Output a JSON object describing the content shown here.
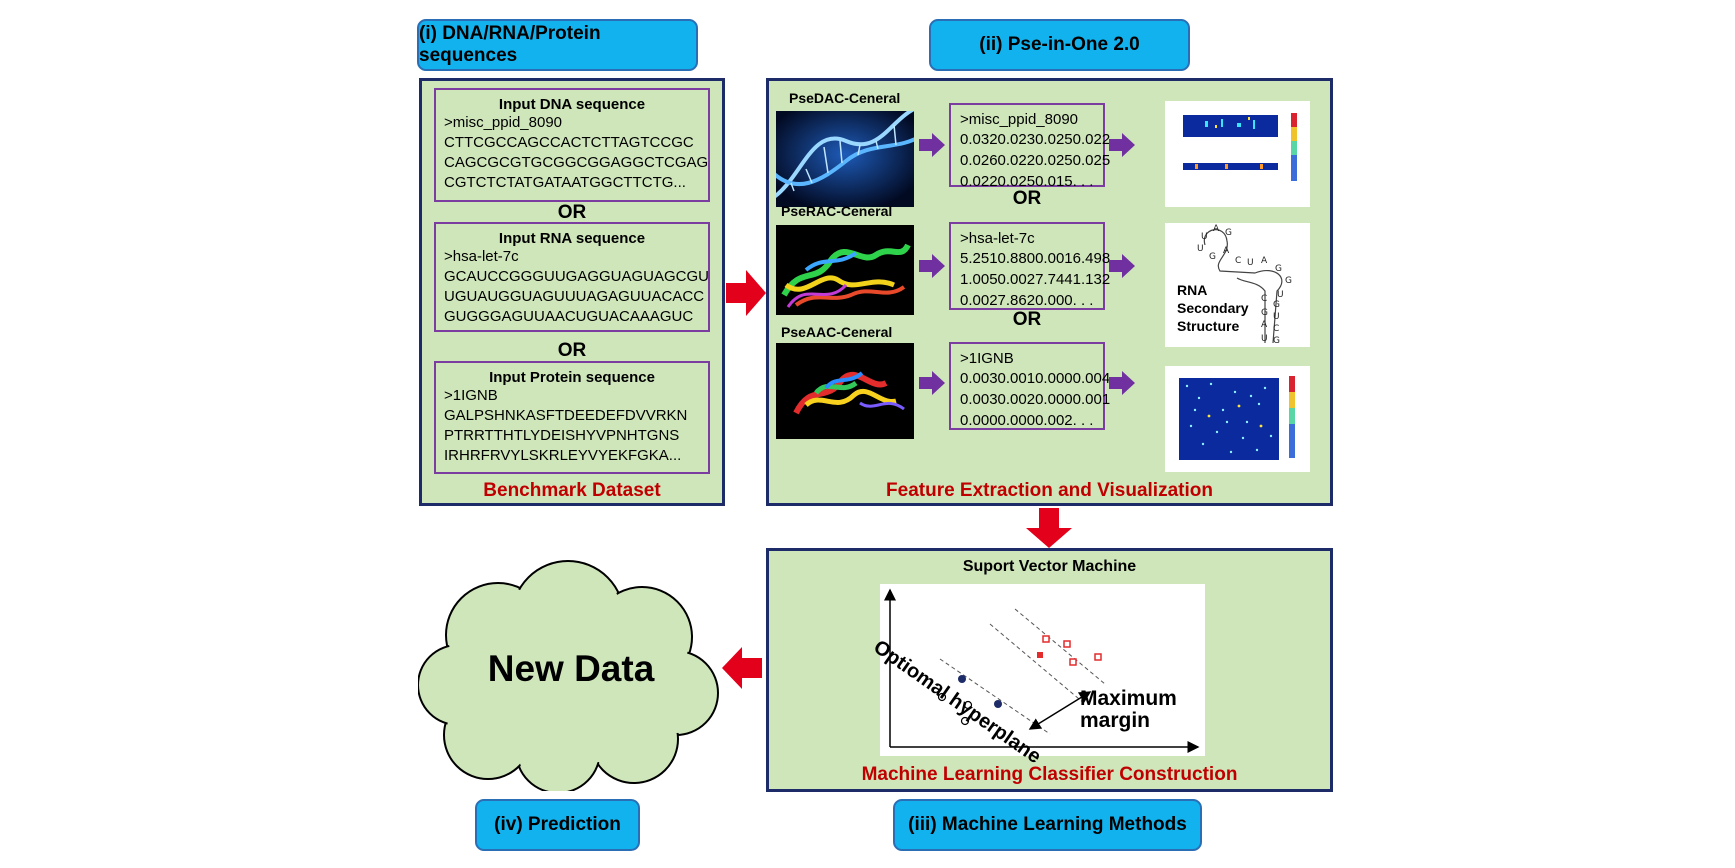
{
  "headers": {
    "sequences": "(i) DNA/RNA/Protein  sequences",
    "pse": "(ii) Pse-in-One 2.0",
    "ml": "(iii) Machine Learning Methods",
    "prediction": "(iv) Prediction"
  },
  "benchmark": {
    "dna": {
      "title": "Input DNA sequence",
      "lines": [
        ">misc_ppid_8090",
        "CTTCGCCAGCCACTCTTAGTCCGC",
        "CAGCGCGTGCGGCGGAGGCTCGAG",
        "CGTCTCTATGATAATGGCTTCTG..."
      ]
    },
    "rna": {
      "title": "Input RNA sequence",
      "lines": [
        ">hsa-let-7c",
        "GCAUCCGGGUUGAGGUAGUAGCGU",
        "UGUAUGGUAGUUUAGAGUUACACC",
        "GUGGGAGUUAACUGUACAAAGUC"
      ]
    },
    "protein": {
      "title": "Input Protein sequence",
      "lines": [
        ">1IGNB",
        " GALPSHNKASFTDEEDEFDVVRKN",
        " PTRRTTHTLYDEISHYVPNHTGNS",
        " IRHRFRVYLSKRLEYVYEKFGKA..."
      ]
    },
    "or_label": "OR",
    "footer": "Benchmark Dataset"
  },
  "features": {
    "methods": [
      {
        "name": "PseDAC-Ceneral",
        "id": ">misc_ppid_8090",
        "rows": [
          [
            "0.032",
            "0.023",
            "0.025",
            "0.022"
          ],
          [
            "0.026",
            "0.022",
            "0.025",
            "0.025"
          ],
          [
            "0.022",
            "0.025",
            "0.015",
            ". . ."
          ]
        ]
      },
      {
        "name": "PseRAC-Ceneral",
        "id": ">hsa-let-7c",
        "rows": [
          [
            "5.251",
            "0.880",
            "0.001",
            "6.498"
          ],
          [
            "1.005",
            "0.002",
            "7.744",
            "1.132"
          ],
          [
            "0.002",
            "7.862",
            "0.000",
            ". . ."
          ]
        ]
      },
      {
        "name": "PseAAC-Ceneral",
        "id": ">1IGNB",
        "rows": [
          [
            "0.003",
            "0.001",
            "0.000",
            "0.004"
          ],
          [
            "0.003",
            "0.002",
            "0.000",
            "0.001"
          ],
          [
            "0.000",
            "0.000",
            "0.002",
            ". . ."
          ]
        ]
      }
    ],
    "or_label": "OR",
    "rna_structure_label": "RNA\nSecondary\nStructure",
    "footer": "Feature Extraction and Visualization"
  },
  "ml": {
    "title": "Suport Vector Machine",
    "hyperplane_label": "Optiomal hyperplane",
    "margin_label": "Maximum\nmargin",
    "footer": "Machine Learning Classifier Construction"
  },
  "prediction": {
    "cloud_label": "New Data"
  },
  "colors": {
    "panel_fill": "#cfe6bb",
    "panel_border": "#1d2b68",
    "header_fill": "#12b2ee",
    "arrow_red": "#e3001b",
    "arrow_purple": "#7030a0",
    "title_red": "#c00000"
  }
}
